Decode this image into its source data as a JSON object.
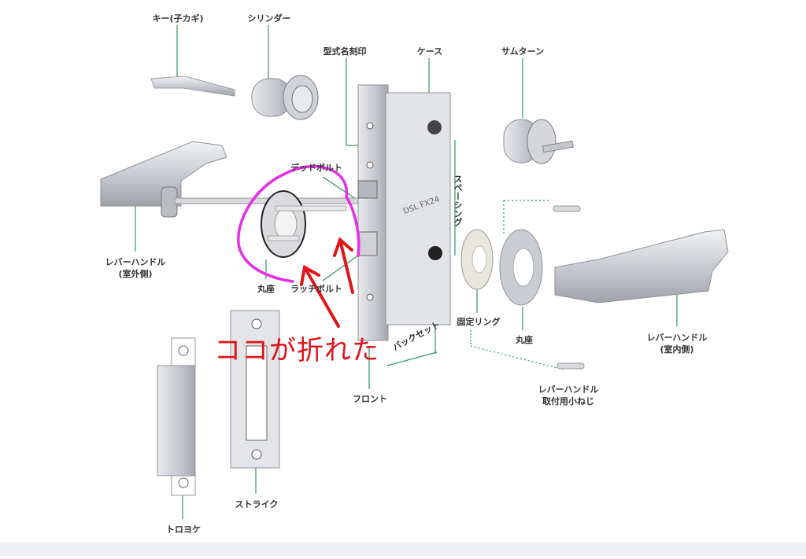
{
  "labels": {
    "key": "キー(子カギ)",
    "cylinder": "シリンダー",
    "model_stamp": "型式名刻印",
    "case": "ケース",
    "thumb_turn": "サムターン",
    "deadbolt": "デッドボルト",
    "spacing": "スペーシング",
    "lever_outer_1": "レバーハンドル",
    "lever_outer_2": "(室外側)",
    "rose_outer": "丸座",
    "latch_bolt": "ラッチボルト",
    "backset": "バックセット",
    "fixing_ring": "固定リング",
    "rose_inner": "丸座",
    "lever_inner_1": "レバーハンドル",
    "lever_inner_2": "(室内側)",
    "screw_1": "レバーハンドル",
    "screw_2": "取付用小ねじ",
    "front": "フロント",
    "strike": "ストライク",
    "dust_box": "トロヨケ",
    "case_stamp": "DSL FX24"
  },
  "annotation": {
    "text": "ココが折れた",
    "circle_color": "#e62ee6",
    "arrow_color": "#e0141a"
  },
  "colors": {
    "leader": "#2e9a5e"
  }
}
